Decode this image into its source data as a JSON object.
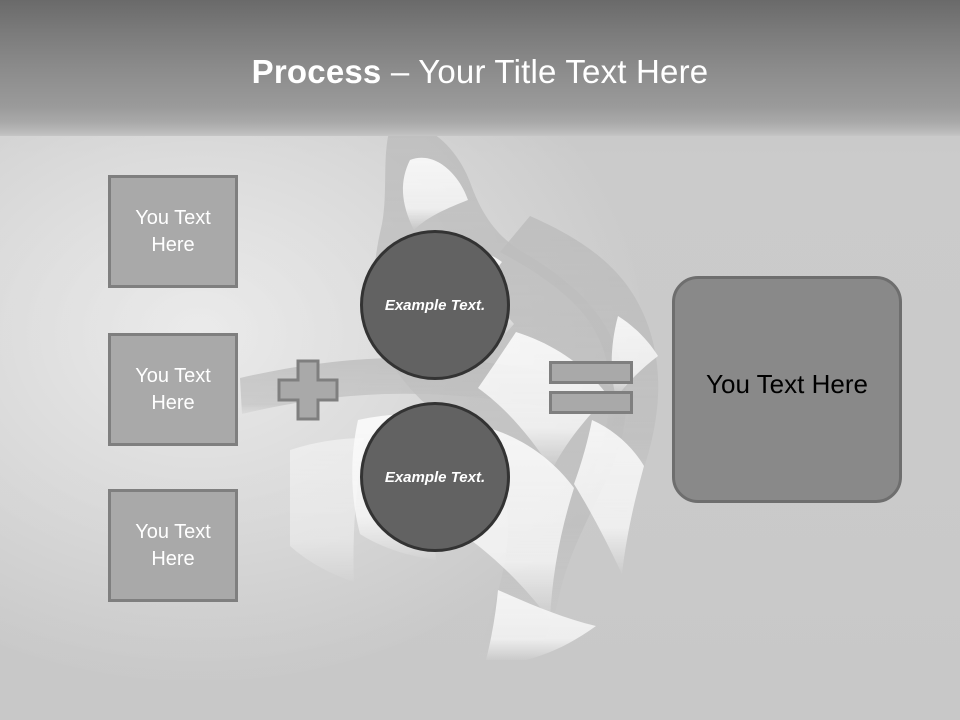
{
  "slide": {
    "title": {
      "bold_part": "Process",
      "dash": " – ",
      "rest": "Your Title Text Here"
    }
  },
  "inputs": [
    {
      "label": "You Text Here"
    },
    {
      "label": "You Text Here"
    },
    {
      "label": "You Text Here"
    }
  ],
  "operators": {
    "plus": "plus-sign",
    "equals": "equals-sign"
  },
  "circles": [
    {
      "label": "Example Text."
    },
    {
      "label": "Example Text."
    }
  ],
  "result": {
    "label": "You Text Here"
  },
  "colors": {
    "header_top": "#6a6a6a",
    "header_bottom": "#c6c6c6",
    "background": "#c8c8c8",
    "box_fill": "#a9a9a9",
    "box_border": "#7f7f7f",
    "circle_fill": "#626262",
    "circle_border": "#333333",
    "result_fill": "#898989",
    "result_border": "#6e6e6e",
    "title_text": "#ffffff",
    "box_text": "#ffffff",
    "result_text": "#000000"
  }
}
